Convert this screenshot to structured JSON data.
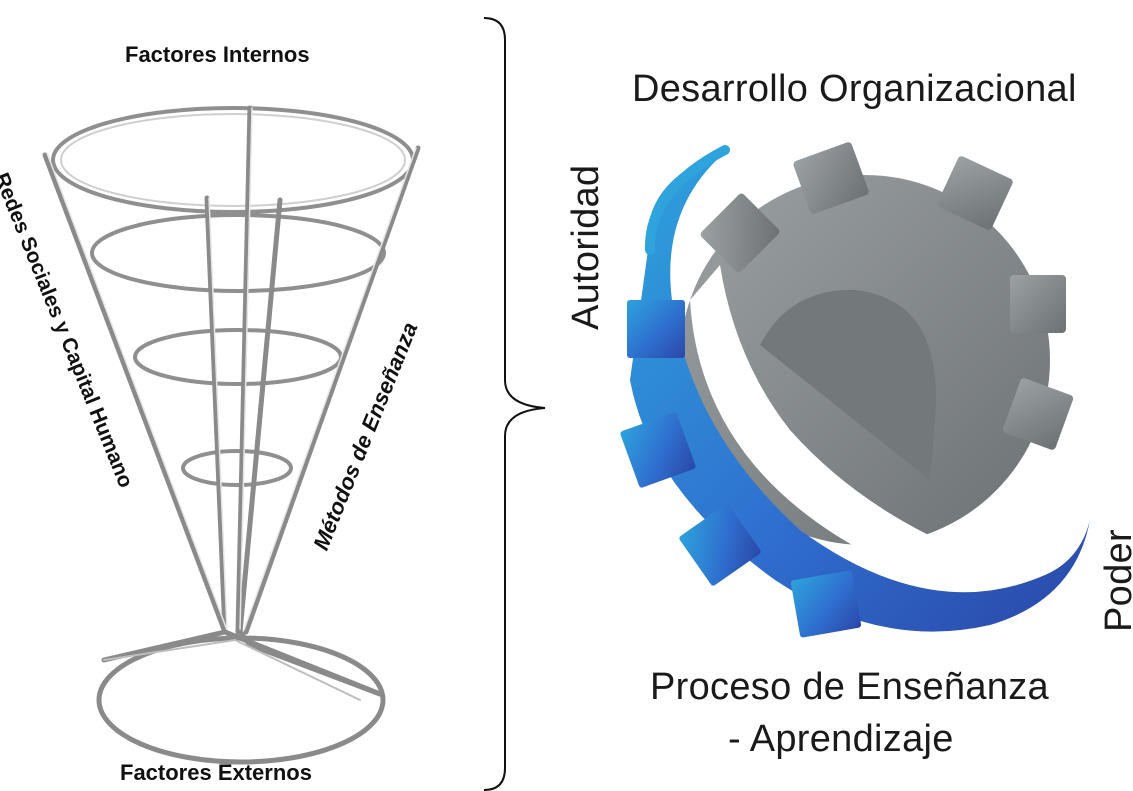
{
  "left_panel": {
    "top_label": "Factores Internos",
    "bottom_label": "Factores Externos",
    "left_side_label": "Redes Sociales y Capital Humano",
    "right_side_label": "Métodos de Enseñanza"
  },
  "right_panel": {
    "title": "Desarrollo Organizacional",
    "left_vertical_label": "Autoridad",
    "right_vertical_label": "Poder",
    "bottom_line1": "Proceso de Enseñanza",
    "bottom_line2": "- Aprendizaje"
  },
  "colors": {
    "gear_gray": "#8d9294",
    "gear_dark": "#6f7476",
    "arc_blue_light": "#2ea3dc",
    "arc_blue_dark": "#2a4fb3",
    "metal": "#9a9a9a"
  }
}
